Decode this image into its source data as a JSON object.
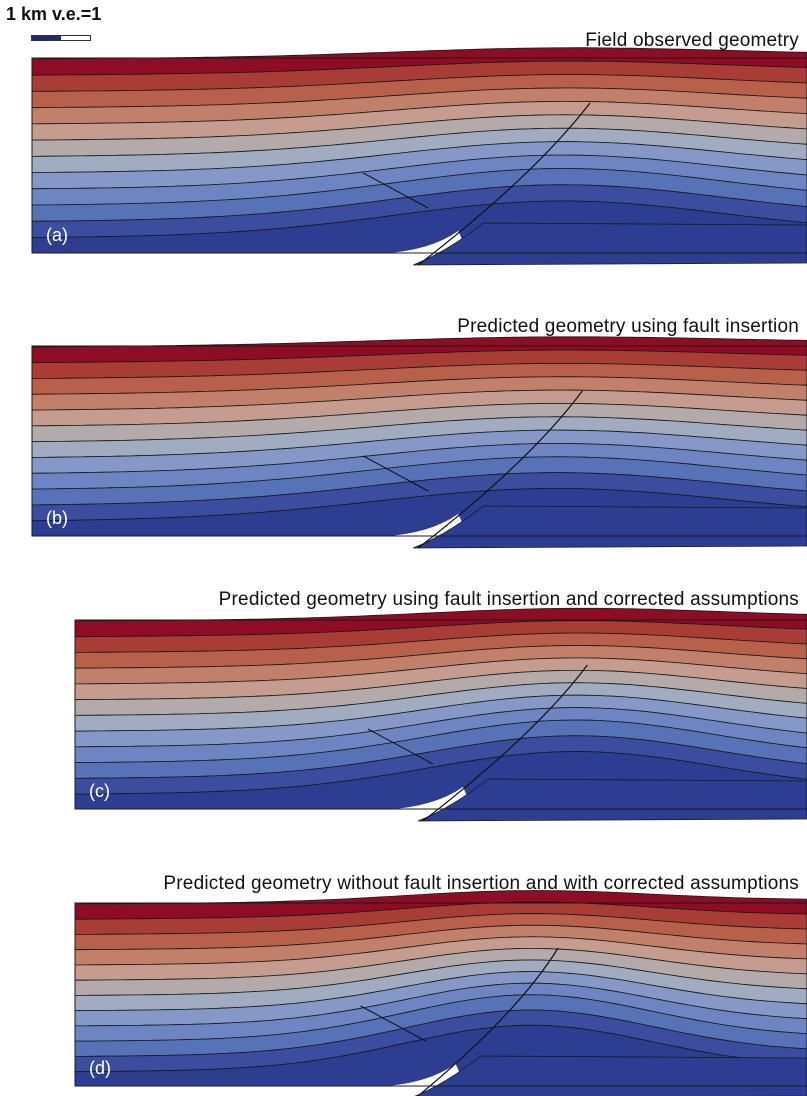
{
  "scale": {
    "label": "1 km v.e.=1"
  },
  "colors": [
    "#8f0c24",
    "#a93d35",
    "#b9604a",
    "#c2806a",
    "#c59c8e",
    "#b3aaa9",
    "#a1acc1",
    "#8598c7",
    "#6d86c3",
    "#5573b6",
    "#3a4d9f",
    "#2c3d92"
  ],
  "panels": [
    {
      "id": "a",
      "title": "Field observed geometry",
      "label": "(a)"
    },
    {
      "id": "b",
      "title": "Predicted geometry using fault insertion",
      "label": "(b)"
    },
    {
      "id": "c",
      "title": "Predicted geometry using fault insertion and corrected assumptions",
      "label": "(c)"
    },
    {
      "id": "d",
      "title": "Predicted geometry without fault insertion and with corrected assumptions",
      "label": "(d)"
    }
  ]
}
